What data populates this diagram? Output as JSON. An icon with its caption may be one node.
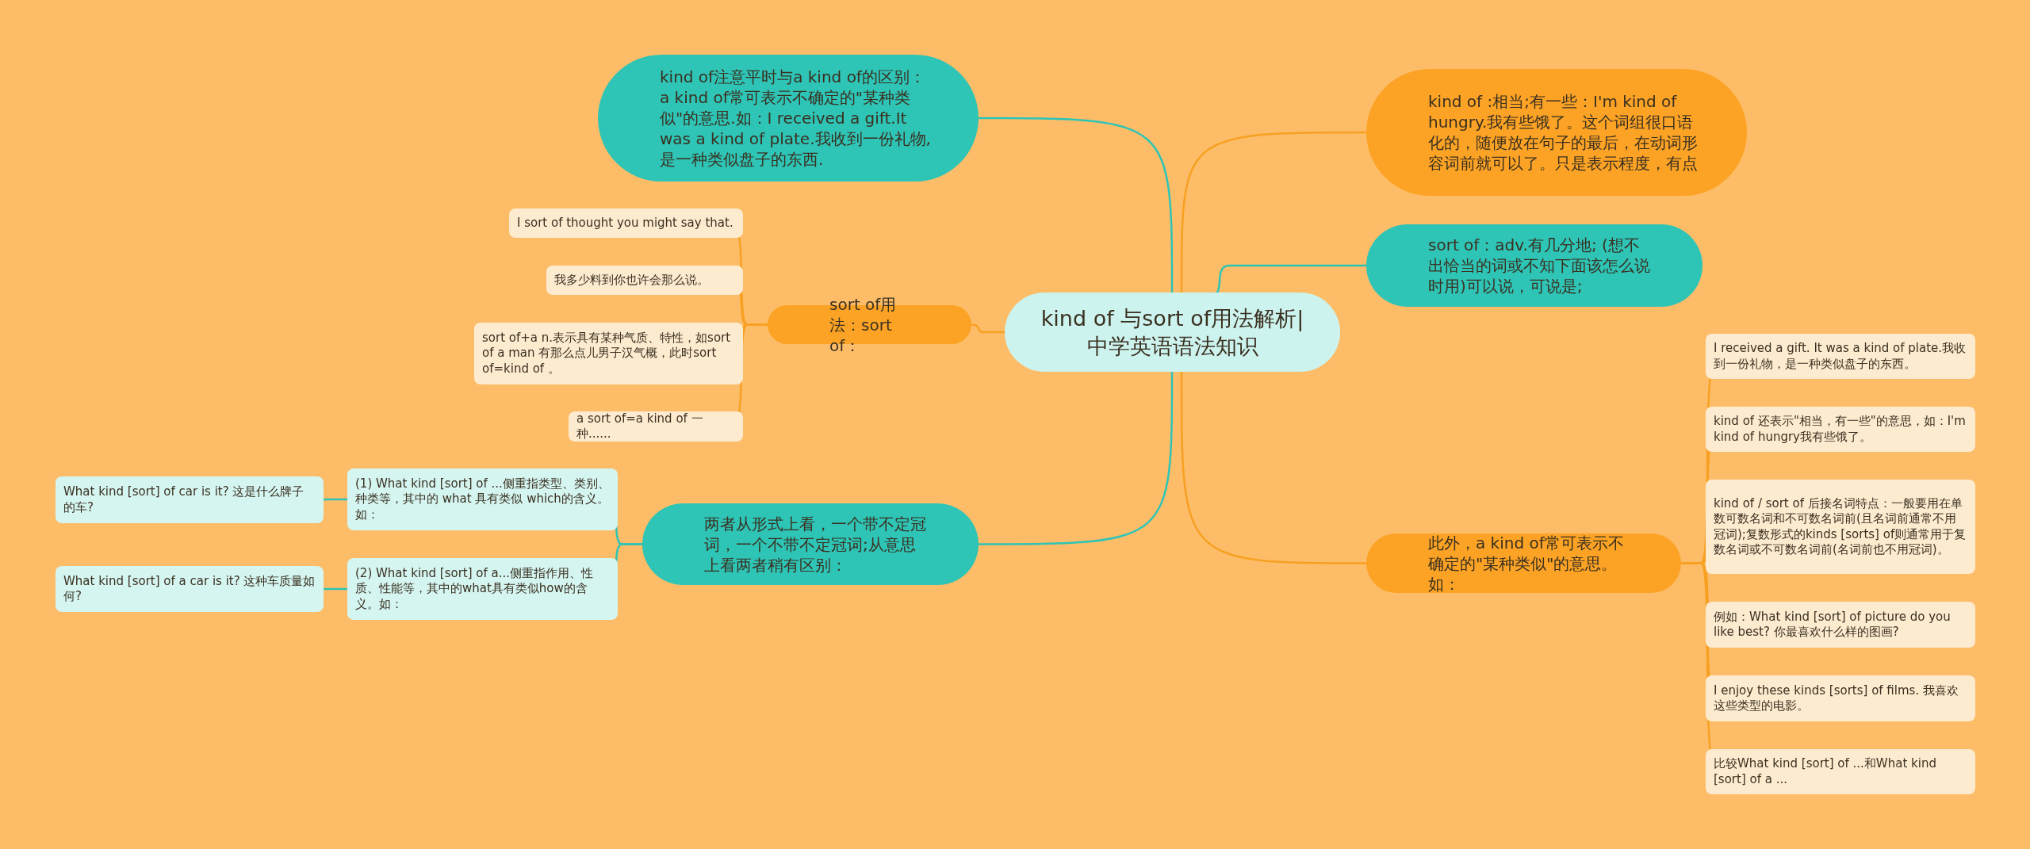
{
  "diagram": {
    "nodes": [
      {
        "text": [
          "kind of 与sort of用法解析|中学英语语法知识"
        ]
      },
      {
        "text": [
          "kind of注意平时与a kind of的区别：a kind of常可表示不确定的\"某种类似\"的意思.如：I received a gift.It was a kind of plate.我收到一份礼物,是一种类似盘子的东西."
        ]
      },
      {
        "text": [
          "sort of用法：sort of："
        ]
      },
      {
        "text": [
          "I sort of thought you might say that."
        ]
      },
      {
        "text": [
          "我多少料到你也许会那么说。"
        ]
      },
      {
        "text": [
          "sort of+a n.表示具有某种气质、特性，如sort of a man 有那么点儿男子汉气概，此时sort of=kind of 。"
        ]
      },
      {
        "text": [
          "a sort of=a kind of 一种......"
        ]
      },
      {
        "text": [
          "两者从形式上看，一个带不定冠词，一个不带不定冠词;从意思上看两者稍有区别："
        ]
      },
      {
        "text": [
          "(1) What kind [sort] of ...侧重指类型、类别、种类等，其中的 what 具有类似 which的含义。如："
        ]
      },
      {
        "text": [
          "What kind [sort] of car is it? 这是什么牌子的车?"
        ]
      },
      {
        "text": [
          "(2) What kind [sort] of a...侧重指作用、性质、性能等，其中的what具有类似how的含义。如："
        ]
      },
      {
        "text": [
          "What kind [sort] of a car is it? 这种车质量如何?"
        ]
      },
      {
        "text": [
          "kind of :相当;有一些：I'm kind of hungry.我有些饿了。这个词组很口语化的，随便放在句子的最后，在动词形容词前就可以了。只是表示程度，有点"
        ]
      },
      {
        "text": [
          "sort of：adv.有几分地; (想不出恰当的词或不知下面该怎么说时用)可以说，可说是;"
        ]
      },
      {
        "text": [
          "此外，a kind of常可表示不确定的\"某种类似\"的意思。如："
        ]
      },
      {
        "text": [
          "I received a gift. It was a kind of plate.我收到一份礼物，是一种类似盘子的东西。"
        ]
      },
      {
        "text": [
          "kind of 还表示\"相当，有一些\"的意思，如：I'm kind of hungry我有些饿了。"
        ]
      },
      {
        "text": [
          "kind of / sort of 后接名词特点：一般要用在单数可数名词和不可数名词前(且名词前通常不用冠词);复数形式的kinds [sorts] of则通常用于复数名词或不可数名词前(名词前也不用冠词)。"
        ]
      },
      {
        "text": [
          "例如：What kind [sort] of picture do you like best? 你最喜欢什么样的图画?"
        ]
      },
      {
        "text": [
          "I enjoy these kinds [sorts] of films. 我喜欢这些类型的电影。"
        ]
      },
      {
        "text": [
          "比较What kind [sort] of ...和What kind [sort] of a ..."
        ]
      }
    ],
    "edges": [
      {
        "from": 0,
        "to": 1,
        "arrow": "none",
        "color": "#2ec4b6"
      },
      {
        "from": 0,
        "to": 2,
        "arrow": "none"
      },
      {
        "from": 2,
        "to": 3,
        "arrow": "none"
      },
      {
        "from": 2,
        "to": 4,
        "arrow": "none"
      },
      {
        "from": 2,
        "to": 5,
        "arrow": "none"
      },
      {
        "from": 2,
        "to": 6,
        "arrow": "none"
      },
      {
        "from": 0,
        "to": 7,
        "arrow": "none",
        "color": "#2ec4b6"
      },
      {
        "from": 7,
        "to": 8,
        "arrow": "none",
        "color": "#2ec4b6"
      },
      {
        "from": 8,
        "to": 9,
        "arrow": "none",
        "color": "#2ec4b6"
      },
      {
        "from": 7,
        "to": 10,
        "arrow": "none",
        "color": "#2ec4b6"
      },
      {
        "from": 10,
        "to": 11,
        "arrow": "none",
        "color": "#2ec4b6"
      },
      {
        "from": 0,
        "to": 12,
        "arrow": "none"
      },
      {
        "from": 0,
        "to": 13,
        "arrow": "none",
        "color": "#2ec4b6"
      },
      {
        "from": 0,
        "to": 14,
        "arrow": "none"
      },
      {
        "from": 14,
        "to": 15,
        "arrow": "none"
      },
      {
        "from": 14,
        "to": 16,
        "arrow": "none"
      },
      {
        "from": 14,
        "to": 17,
        "arrow": "none"
      },
      {
        "from": 14,
        "to": 18,
        "arrow": "none"
      },
      {
        "from": 14,
        "to": 19,
        "arrow": "none"
      },
      {
        "from": 14,
        "to": 20,
        "arrow": "none"
      }
    ]
  }
}
